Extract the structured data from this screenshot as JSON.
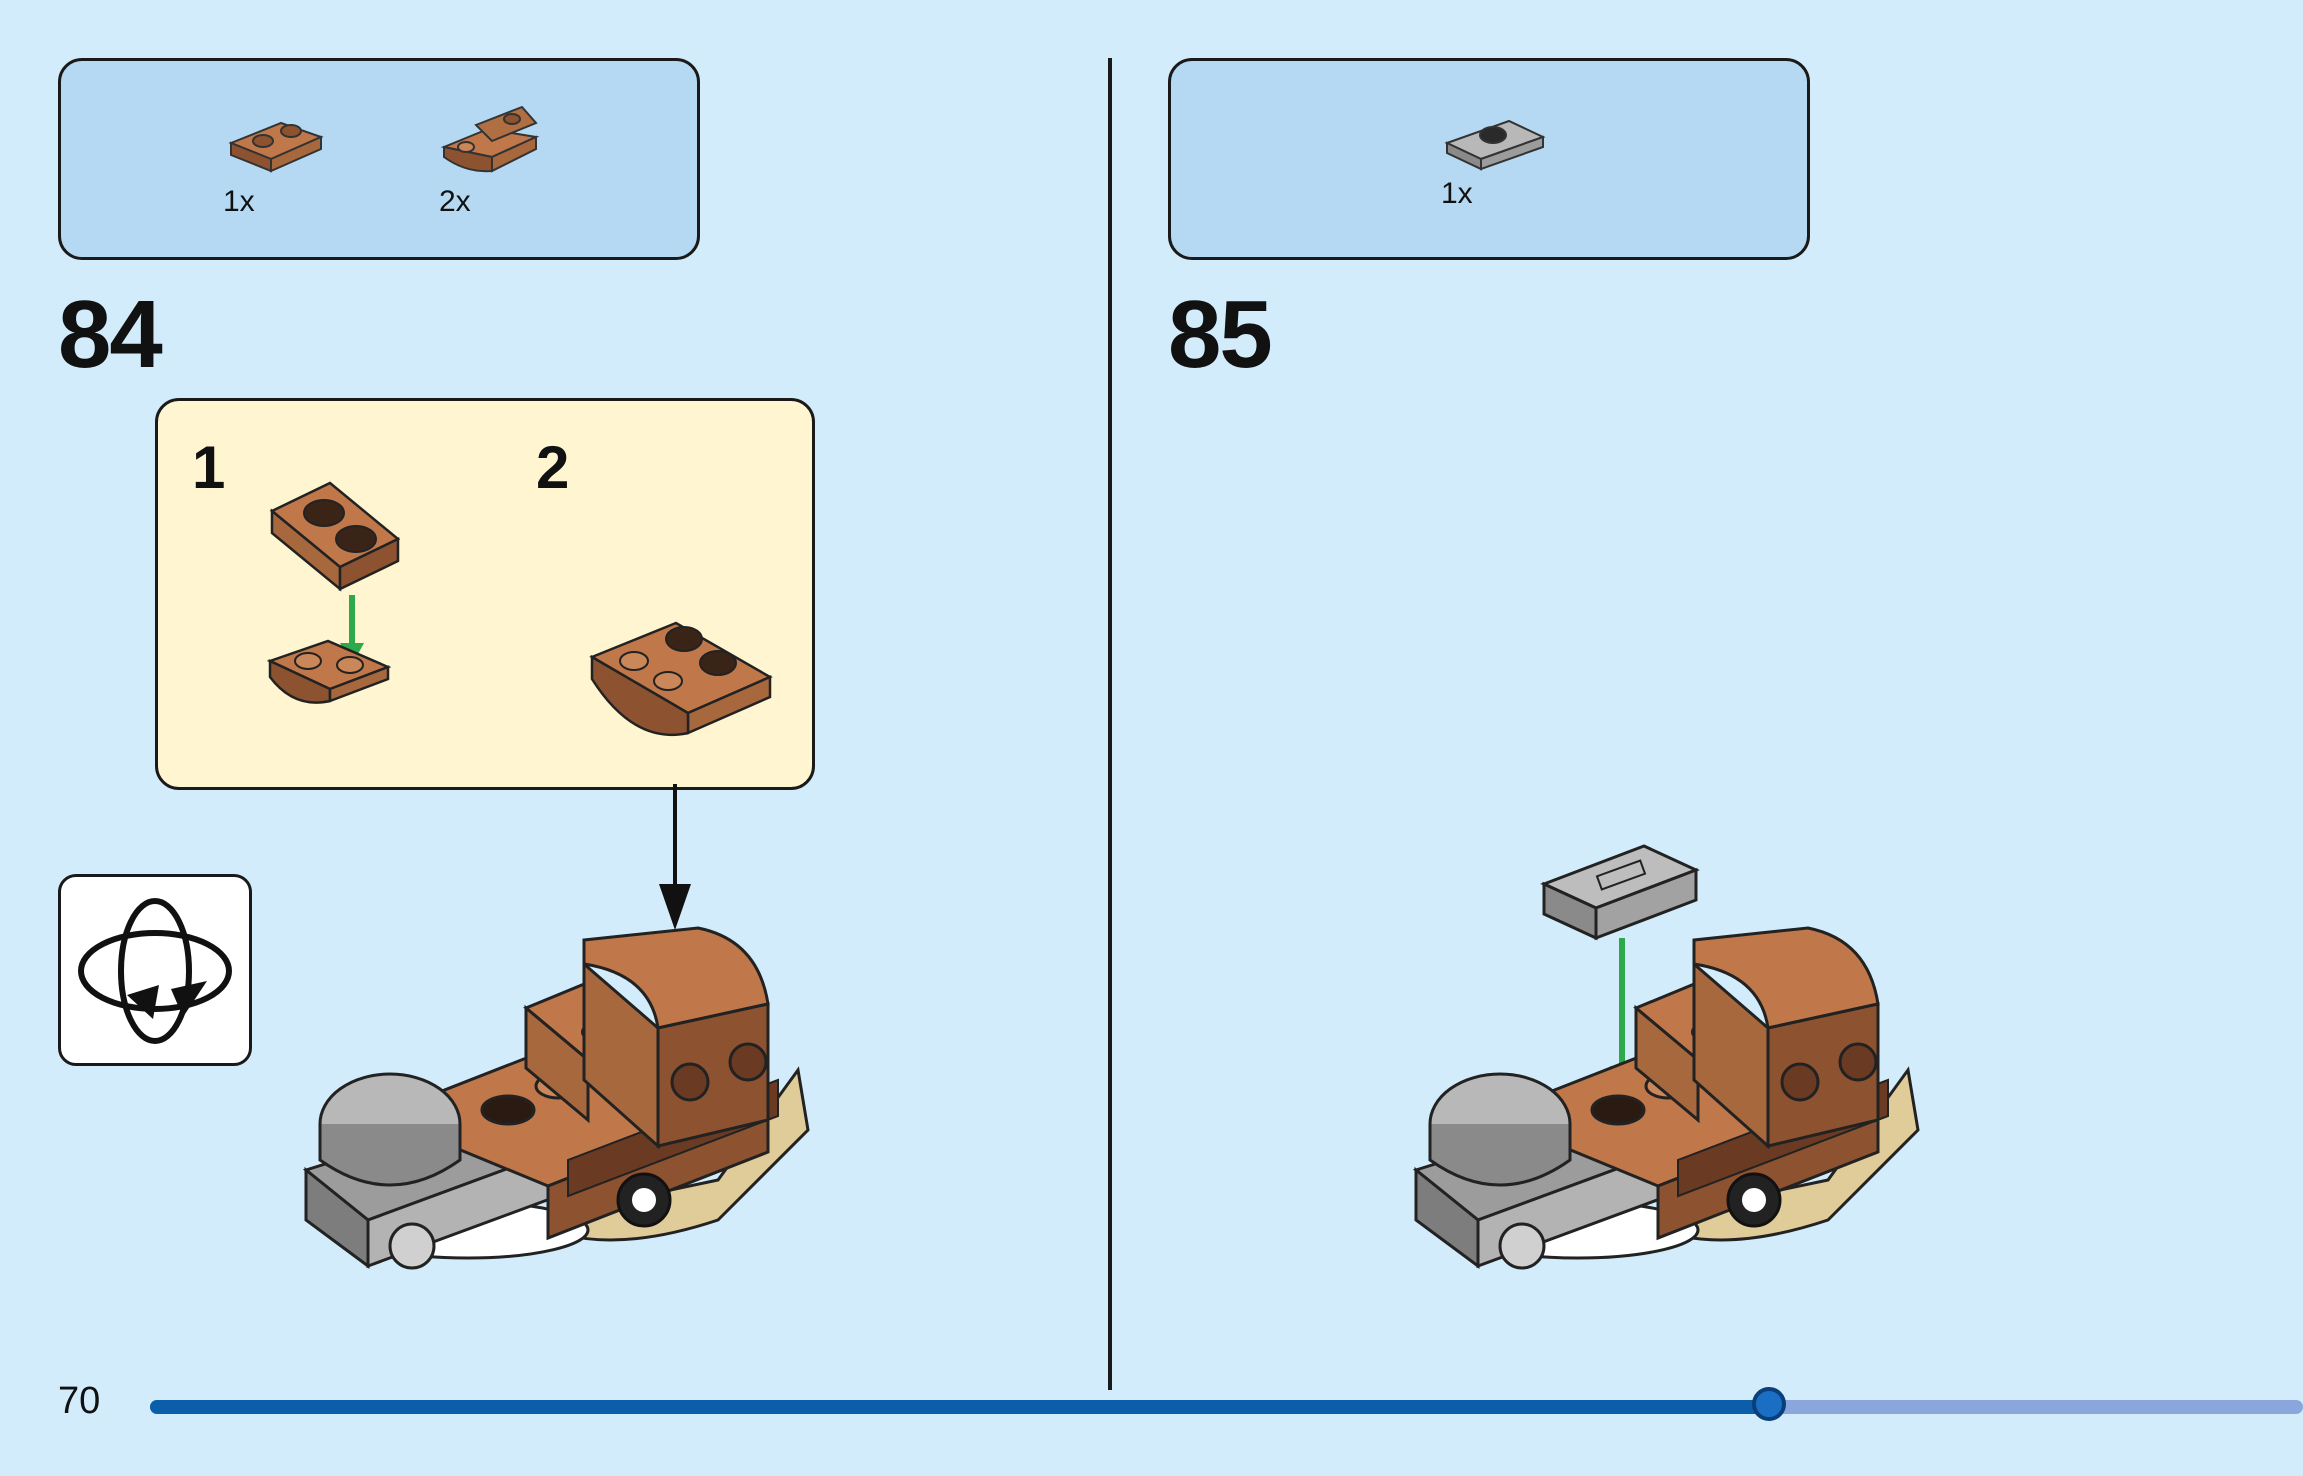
{
  "page": {
    "number": "70"
  },
  "progress": {
    "fraction": 0.752,
    "color_done": "#0b5faa",
    "color_rest": "#8aa6dc"
  },
  "colors": {
    "background": "#d3ecfb",
    "parts_box": "#b5d9f2",
    "sub_box": "#fff6d1",
    "brown": "#a8683e",
    "gray": "#9c9c9c",
    "tan": "#e0cc99",
    "arrow_green": "#2da84a"
  },
  "steps": [
    {
      "number": "84",
      "parts": [
        {
          "icon": "brown-plate-1x2",
          "qty": "1x"
        },
        {
          "icon": "brown-inverted-slope-plate",
          "qty": "2x"
        }
      ],
      "substeps": [
        {
          "number": "1"
        },
        {
          "number": "2"
        }
      ],
      "rotate_icon": "rotate-model-icon"
    },
    {
      "number": "85",
      "parts": [
        {
          "icon": "gray-tile-with-stud",
          "qty": "1x"
        }
      ]
    }
  ]
}
